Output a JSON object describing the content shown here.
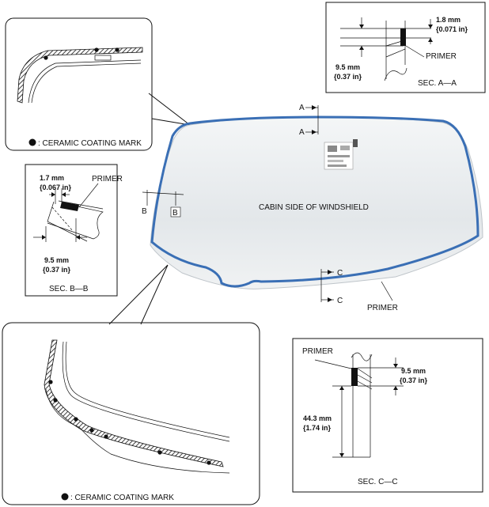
{
  "main": {
    "label": "CABIN SIDE OF WINDSHIELD",
    "primer_label": "PRIMER",
    "section_markers": {
      "a": "A",
      "b": "B",
      "c": "C"
    }
  },
  "detail_top": {
    "legend": ": CERAMIC COATING MARK"
  },
  "detail_bottom": {
    "legend": ": CERAMIC COATING MARK"
  },
  "sec_aa": {
    "title": "SEC. A—A",
    "dim1": "1.8 mm",
    "dim1_in": "{0.071 in}",
    "dim2": "9.5 mm",
    "dim2_in": "{0.37 in}",
    "primer": "PRIMER"
  },
  "sec_bb": {
    "title": "SEC. B—B",
    "dim1": "1.7 mm",
    "dim1_in": "{0.067 in}",
    "dim2": "9.5 mm",
    "dim2_in": "{0.37 in}",
    "primer": "PRIMER"
  },
  "sec_cc": {
    "title": "SEC. C—C",
    "dim1": "9.5 mm",
    "dim1_in": "{0.37 in}",
    "dim2": "44.3 mm",
    "dim2_in": "{1.74 in}",
    "primer": "PRIMER"
  },
  "colors": {
    "primer_outline": "#3a6fb5",
    "glass": "#e9ecee"
  }
}
